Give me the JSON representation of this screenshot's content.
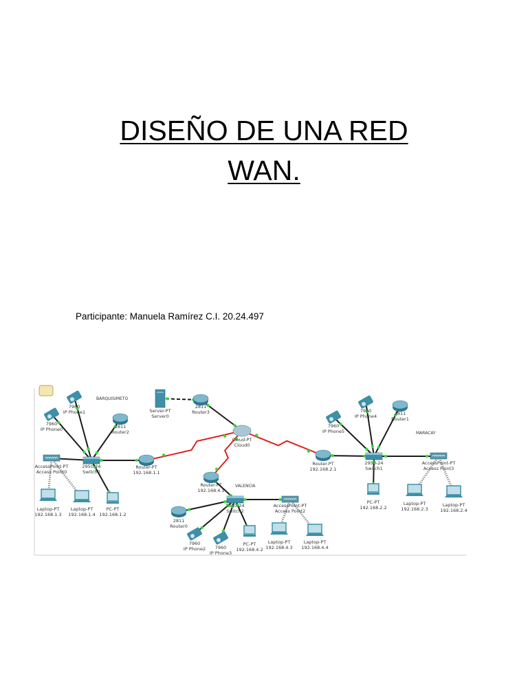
{
  "title": {
    "line1": "DISEÑO DE UNA RED",
    "line2": "WAN."
  },
  "participant": "Participante: Manuela Ramírez C.I. 20.24.497",
  "diagram": {
    "cities": {
      "barquisimeto": "BARQUISIMETO",
      "valencia": "VALENCIA",
      "maracay": "MARACAY"
    },
    "nodes": {
      "phone1": [
        "7960",
        "IP Phone1"
      ],
      "phone0": [
        "7960",
        "IP Phone0"
      ],
      "router2": [
        "2811",
        "Router2"
      ],
      "switch0": [
        "2950-24",
        "Switch0"
      ],
      "ap0": [
        "AccessPoint-PT",
        "Access Point0"
      ],
      "routerB": [
        "Router-PT",
        "192.168.1.1"
      ],
      "lap13": [
        "Laptop-PT",
        "192.168.1.3"
      ],
      "lap14": [
        "Laptop-PT",
        "192.168.1.4"
      ],
      "pc12": [
        "PC-PT",
        "192.168.1.2"
      ],
      "server0": [
        "Server-PT",
        "Server0"
      ],
      "router3": [
        "2811",
        "Router3"
      ],
      "cloud0": [
        "Cloud-PT",
        "Cloud0"
      ],
      "routerV": [
        "Router-PT",
        "192.168.4.1"
      ],
      "switch2": [
        "2950-24",
        "Switch2"
      ],
      "router0": [
        "2811",
        "Router0"
      ],
      "phone2": [
        "7960",
        "IP Phone2"
      ],
      "phone3": [
        "7960",
        "IP Phone3"
      ],
      "pc42": [
        "PC-PT",
        "192.168.4.2"
      ],
      "ap2": [
        "AccessPoint-PT",
        "Access Point2"
      ],
      "lap43": [
        "Laptop-PT",
        "192.168.4.3"
      ],
      "lap44": [
        "Laptop-PT",
        "192.168.4.4"
      ],
      "routerM": [
        "Router-PT",
        "192.168.2.1"
      ],
      "switch1": [
        "2950-24",
        "Switch1"
      ],
      "phone5": [
        "7960",
        "IP Phone5"
      ],
      "phone4": [
        "7960",
        "IP Phone4"
      ],
      "router1": [
        "2811",
        "Router1"
      ],
      "ap3": [
        "AccessPoint-PT",
        "Access Point3"
      ],
      "pc22": [
        "PC-PT",
        "192.168.2.2"
      ],
      "lap23": [
        "Laptop-PT",
        "192.168.2.3"
      ],
      "lap24": [
        "Laptop-PT",
        "192.168.2.4"
      ]
    },
    "colors": {
      "ethernet": "#1a1a1a",
      "serial": "#e02020",
      "wireless": "#999999",
      "port": "#33dd33",
      "device": "#3f8fa8"
    }
  }
}
